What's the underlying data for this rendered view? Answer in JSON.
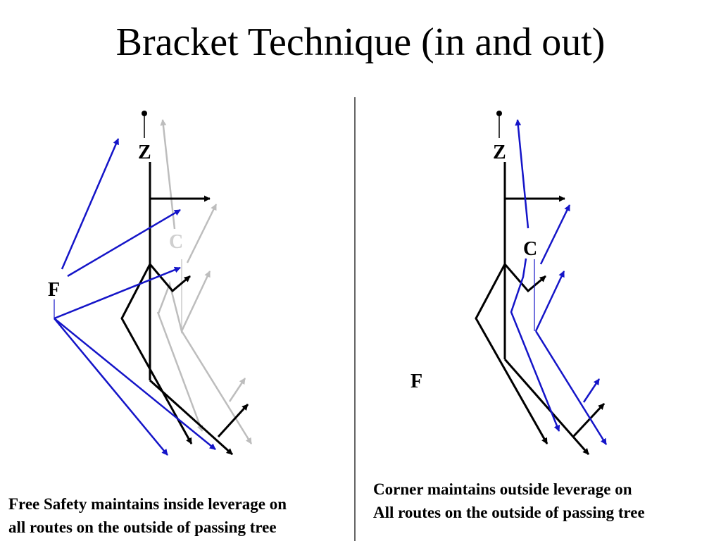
{
  "slide": {
    "title": "Bracket Technique (in and out)"
  },
  "left_panel": {
    "labels": {
      "z": "Z",
      "c": "C",
      "f": "F"
    },
    "caption": [
      "Free Safety maintains inside leverage on",
      "all routes on the outside of passing tree"
    ]
  },
  "right_panel": {
    "labels": {
      "z": "Z",
      "c": "C",
      "f": "F"
    },
    "caption": [
      "Corner maintains outside leverage on",
      "All routes on the outside of passing tree"
    ]
  },
  "colors": {
    "route_tree": "#000000",
    "coverage": "#1414c8",
    "faded_route": "#bdbdbd",
    "divider": "#000000"
  }
}
